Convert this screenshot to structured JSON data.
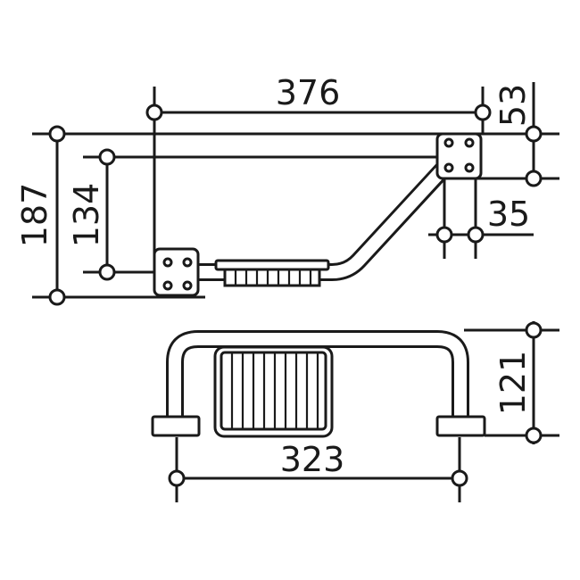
{
  "drawing": {
    "dimensions": {
      "overall_width": "376",
      "top_offset": "53",
      "overall_height": "187",
      "inner_height": "134",
      "bracket_offset": "35",
      "base_span": "323",
      "plan_depth": "121"
    },
    "colors": {
      "line": "#1a1a1a",
      "background": "#ffffff"
    }
  }
}
